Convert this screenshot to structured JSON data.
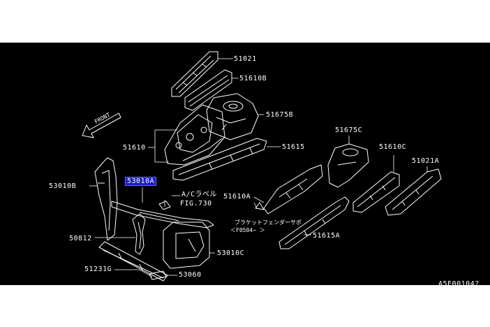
{
  "diagram": {
    "background": "#000000",
    "highlight_color": "#1a1acc",
    "front_label": "FRONT",
    "labels": {
      "p51021": "51021",
      "p51610B": "51610B",
      "p51675B": "51675B",
      "p51610": "51610",
      "p51615": "51615",
      "p53010B": "53010B",
      "p53010A": "53010A",
      "ac_label": "A/Cラベル",
      "fig730": "FIG.730",
      "p50812": "50812",
      "p53010C": "53010C",
      "p51231G": "51231G",
      "p53060": "53060",
      "p51675C": "51675C",
      "p51610C": "51610C",
      "p51021A": "51021A",
      "p51610A": "51610A",
      "bracket_note": "ブラケットフェンダーサポ",
      "f0504": "＜F0504−  ＞",
      "p51615A": "51615A",
      "ref": "A5E00104?"
    }
  }
}
